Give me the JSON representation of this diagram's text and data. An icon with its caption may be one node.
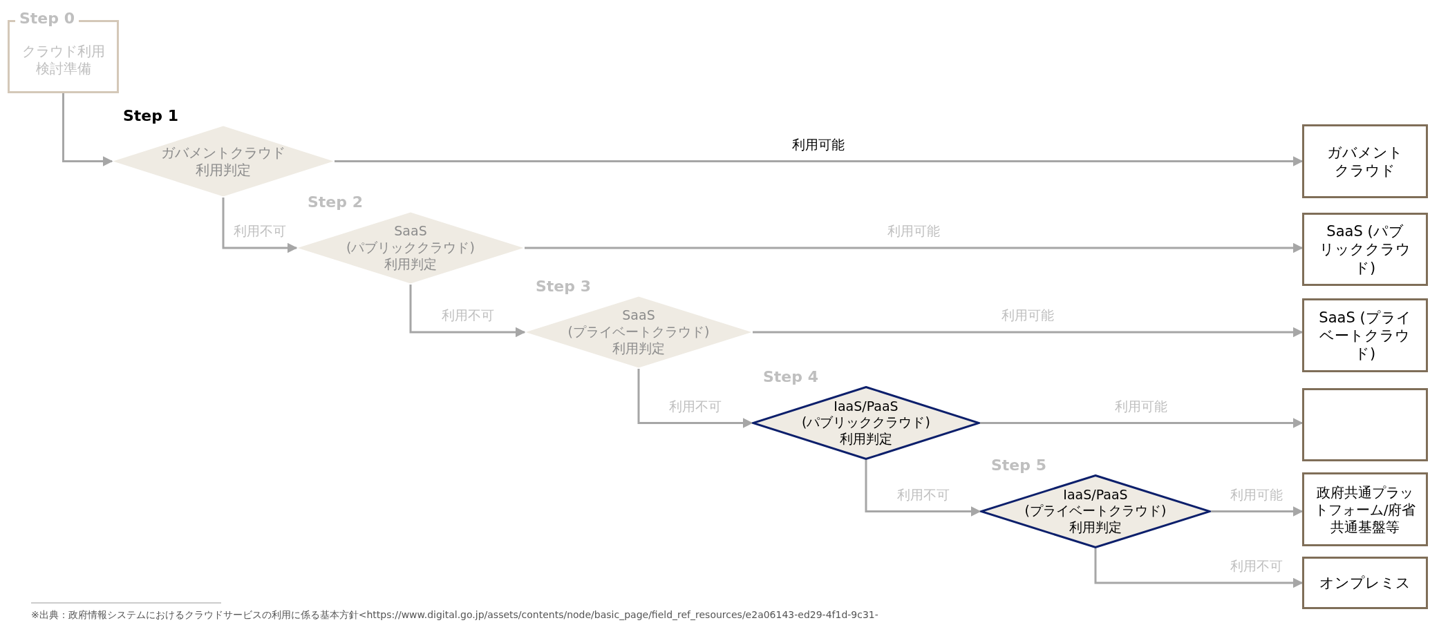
{
  "diagram": {
    "nodes": [
      {
        "text": [
          "Step 0",
          "クラウド利用検討準備"
        ]
      },
      {
        "text": [
          "Step 1",
          "ガバメントクラウド利用判定"
        ]
      },
      {
        "text": [
          "Step 2",
          "SaaS (パブリッククラウド) 利用判定"
        ]
      },
      {
        "text": [
          "Step 3",
          "SaaS (プライベートクラウド) 利用判定"
        ]
      },
      {
        "text": [
          "Step 4",
          "IaaS/PaaS (パブリッククラウド) 利用判定"
        ]
      },
      {
        "text": [
          "Step 5",
          "IaaS/PaaS (プライベートクラウド) 利用判定"
        ]
      },
      {
        "text": [
          "ガバメントクラウド"
        ]
      },
      {
        "text": [
          "SaaS (パブリッククラウド)"
        ]
      },
      {
        "text": [
          "SaaS (プライベートクラウド)"
        ]
      },
      {
        "text": [],
        "shape": "box"
      },
      {
        "text": [
          "政府共通プラットフォーム/府省共通基盤等"
        ]
      },
      {
        "text": [
          "オンプレミス"
        ]
      }
    ],
    "edges": [
      {
        "from": 0,
        "to": 1,
        "arrow": "to"
      },
      {
        "from": 1,
        "to": 6,
        "arrow": "to",
        "label": "利用可能"
      },
      {
        "from": 1,
        "to": 2,
        "arrow": "to",
        "label": "利用不可"
      },
      {
        "from": 2,
        "to": 7,
        "arrow": "to",
        "label": "利用可能"
      },
      {
        "from": 2,
        "to": 3,
        "arrow": "to",
        "label": "利用不可"
      },
      {
        "from": 3,
        "to": 8,
        "arrow": "to",
        "label": "利用可能"
      },
      {
        "from": 3,
        "to": 4,
        "arrow": "to",
        "label": "利用不可"
      },
      {
        "from": 4,
        "to": 9,
        "arrow": "to",
        "label": "利用可能"
      },
      {
        "from": 4,
        "to": 5,
        "arrow": "to",
        "label": "利用不可"
      },
      {
        "from": 5,
        "to": 10,
        "arrow": "to",
        "label": "利用可能"
      },
      {
        "from": 5,
        "to": 11,
        "arrow": "to",
        "label": "利用不可"
      }
    ],
    "labels": [
      "※出典：政府情報システムにおけるクラウドサービスの利用に係る基本方針<https://www.digital.go.jp/assets/contents/node/basic_page/field_ref_resources/e2a06143-ed29-4f1d-9c31-"
    ]
  }
}
